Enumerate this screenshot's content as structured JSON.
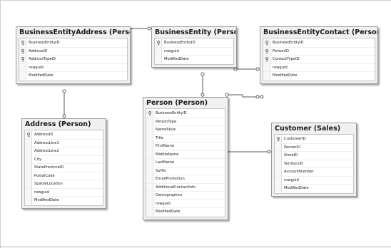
{
  "tables": [
    {
      "id": "bea",
      "title": "BusinessEntityAddress (Person)",
      "columns": [
        {
          "name": "BusinessEntityID",
          "key": true
        },
        {
          "name": "AddressID",
          "key": true
        },
        {
          "name": "AddressTypeID",
          "key": true
        },
        {
          "name": "rowguid",
          "key": false
        },
        {
          "name": "ModifiedDate",
          "key": false
        }
      ]
    },
    {
      "id": "be",
      "title": "BusinessEntity (Person)",
      "columns": [
        {
          "name": "BusinessEntityID",
          "key": true
        },
        {
          "name": "rowguid",
          "key": false
        },
        {
          "name": "ModifiedDate",
          "key": false
        }
      ]
    },
    {
      "id": "bec",
      "title": "BusinessEntityContact (Person)",
      "columns": [
        {
          "name": "BusinessEntityID",
          "key": true
        },
        {
          "name": "PersonID",
          "key": true
        },
        {
          "name": "ContactTypeID",
          "key": true
        },
        {
          "name": "rowguid",
          "key": false
        },
        {
          "name": "ModifiedDate",
          "key": false
        }
      ]
    },
    {
      "id": "addr",
      "title": "Address (Person)",
      "columns": [
        {
          "name": "AddressID",
          "key": true
        },
        {
          "name": "AddressLine1",
          "key": false
        },
        {
          "name": "AddressLine2",
          "key": false
        },
        {
          "name": "City",
          "key": false
        },
        {
          "name": "StateProvinceID",
          "key": false
        },
        {
          "name": "PostalCode",
          "key": false
        },
        {
          "name": "SpatialLocation",
          "key": false
        },
        {
          "name": "rowguid",
          "key": false
        },
        {
          "name": "ModifiedDate",
          "key": false
        }
      ]
    },
    {
      "id": "person",
      "title": "Person (Person)",
      "columns": [
        {
          "name": "BusinessEntityID",
          "key": true
        },
        {
          "name": "PersonType",
          "key": false
        },
        {
          "name": "NameStyle",
          "key": false
        },
        {
          "name": "Title",
          "key": false
        },
        {
          "name": "FirstName",
          "key": false
        },
        {
          "name": "MiddleName",
          "key": false
        },
        {
          "name": "LastName",
          "key": false
        },
        {
          "name": "Suffix",
          "key": false
        },
        {
          "name": "EmailPromotion",
          "key": false
        },
        {
          "name": "AdditionalContactInfo",
          "key": false
        },
        {
          "name": "Demographics",
          "key": false
        },
        {
          "name": "rowguid",
          "key": false
        },
        {
          "name": "ModifiedDate",
          "key": false
        }
      ]
    },
    {
      "id": "cust",
      "title": "Customer (Sales)",
      "columns": [
        {
          "name": "CustomerID",
          "key": true
        },
        {
          "name": "PersonID",
          "key": false
        },
        {
          "name": "StoreID",
          "key": false
        },
        {
          "name": "TerritoryID",
          "key": false
        },
        {
          "name": "AccountNumber",
          "key": false
        },
        {
          "name": "rowguid",
          "key": false
        },
        {
          "name": "ModifiedDate",
          "key": false
        }
      ]
    }
  ],
  "relationships": [
    {
      "from": "bea",
      "to": "be"
    },
    {
      "from": "bea",
      "to": "addr"
    },
    {
      "from": "be",
      "to": "person"
    },
    {
      "from": "bec",
      "to": "be"
    },
    {
      "from": "bec",
      "to": "person"
    },
    {
      "from": "cust",
      "to": "person"
    }
  ],
  "icons": {
    "primary_key": "key-icon",
    "relationship": "relationship-connector"
  },
  "colors": {
    "table_header": "#f0f0f0",
    "table_border": "#9a9a9a",
    "connector": "#555555"
  }
}
